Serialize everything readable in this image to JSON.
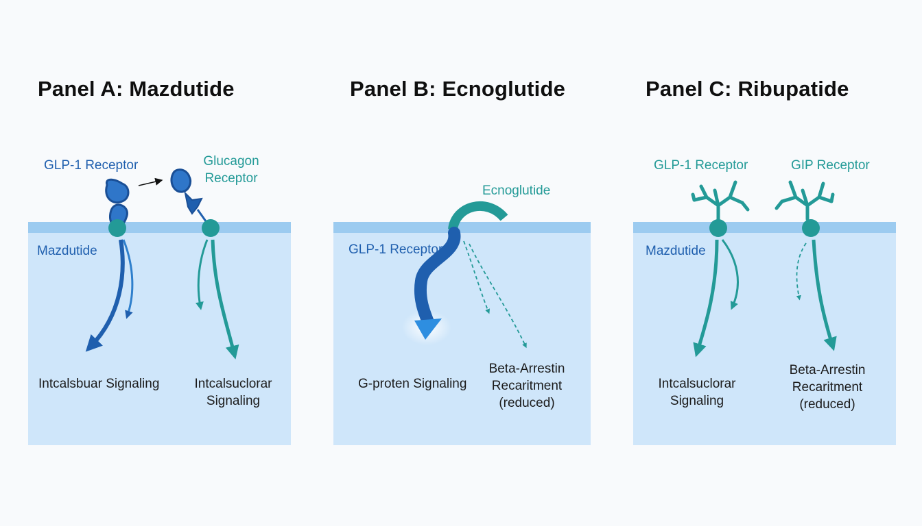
{
  "panels": [
    {
      "title": "Panel A: Mazdutide",
      "receptor_left": "GLP-1 Receptor",
      "receptor_right_line1": "Glucagon",
      "receptor_right_line2": "Receptor",
      "drug": "Mazdutide",
      "signal_left": "Intcalsbuar Signaling",
      "signal_right_line1": "Intcalsuclorar",
      "signal_right_line2": "Signaling"
    },
    {
      "title": "Panel B: Ecnoglutide",
      "drug": "Ecnoglutide",
      "receptor": "GLP-1 Receptor",
      "signal_left": "G-proten Signaling",
      "signal_right_line1": "Beta-Arrestin",
      "signal_right_line2": "Recaritment",
      "signal_right_line3": "(reduced)"
    },
    {
      "title": "Panel C: Ribupatide",
      "receptor_left": "GLP-1 Receptor",
      "receptor_right": "GIP Receptor",
      "drug": "Mazdutide",
      "signal_left_line1": "Intcalsuclorar",
      "signal_left_line2": "Signaling",
      "signal_right_line1": "Beta-Arrestin",
      "signal_right_line2": "Recaritment",
      "signal_right_line3": "(reduced)"
    }
  ],
  "colors": {
    "blue": "#1f5fae",
    "teal": "#239a97",
    "panel_bg": "#cfe6fa",
    "membrane": "#9ccbf0"
  }
}
